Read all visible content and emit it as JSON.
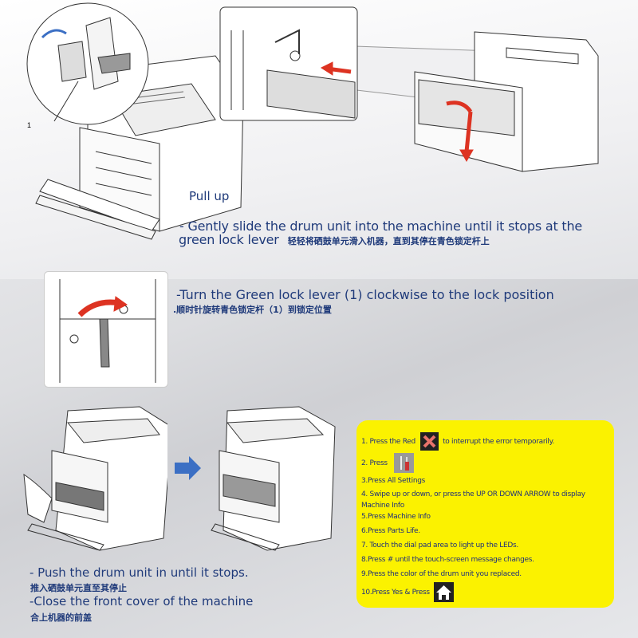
{
  "labels": {
    "callout_number": "1",
    "pull_up": "Pull up"
  },
  "steps": {
    "slide_en_1": "- Gently slide the drum unit into the machine until it stops at the",
    "slide_en_2": "green lock lever",
    "slide_cn": "轻轻将硒鼓单元滑入机器，直到其停在青色锁定杆上",
    "turn_en": "-Turn the Green lock lever (1) clockwise to the lock position",
    "turn_cn": ".顺时针旋转青色锁定杆（1）到锁定位置",
    "push_en": "- Push the drum unit in until it stops.",
    "push_cn": "推入硒鼓单元直至其停止",
    "close_en": "-Close the front cover of the machine",
    "close_cn": "合上机器的前盖"
  },
  "reset_instructions": {
    "s1_a": "1. Press the Red",
    "s1_b": "to interrupt the error temporarily.",
    "s2": "2. Press",
    "s3": "3.Press All Settings",
    "s4_a": "4. Swipe up or down, or press the UP OR DOWN ARROW to display",
    "s4_b": "Machine Info",
    "s5": "5.Press Machine Info",
    "s6": "6.Press Parts Life.",
    "s7": "7. Touch the dial pad area to light up the LEDs.",
    "s8": "8.Press # until the touch-screen message changes.",
    "s9": "9.Press the color of the drum unit you replaced.",
    "s10": "10.Press Yes & Press"
  },
  "colors": {
    "text": "#1f3a7a",
    "panel": "#fbf200",
    "arrow": "#3b6fc4",
    "cancel": "#e8736b"
  }
}
